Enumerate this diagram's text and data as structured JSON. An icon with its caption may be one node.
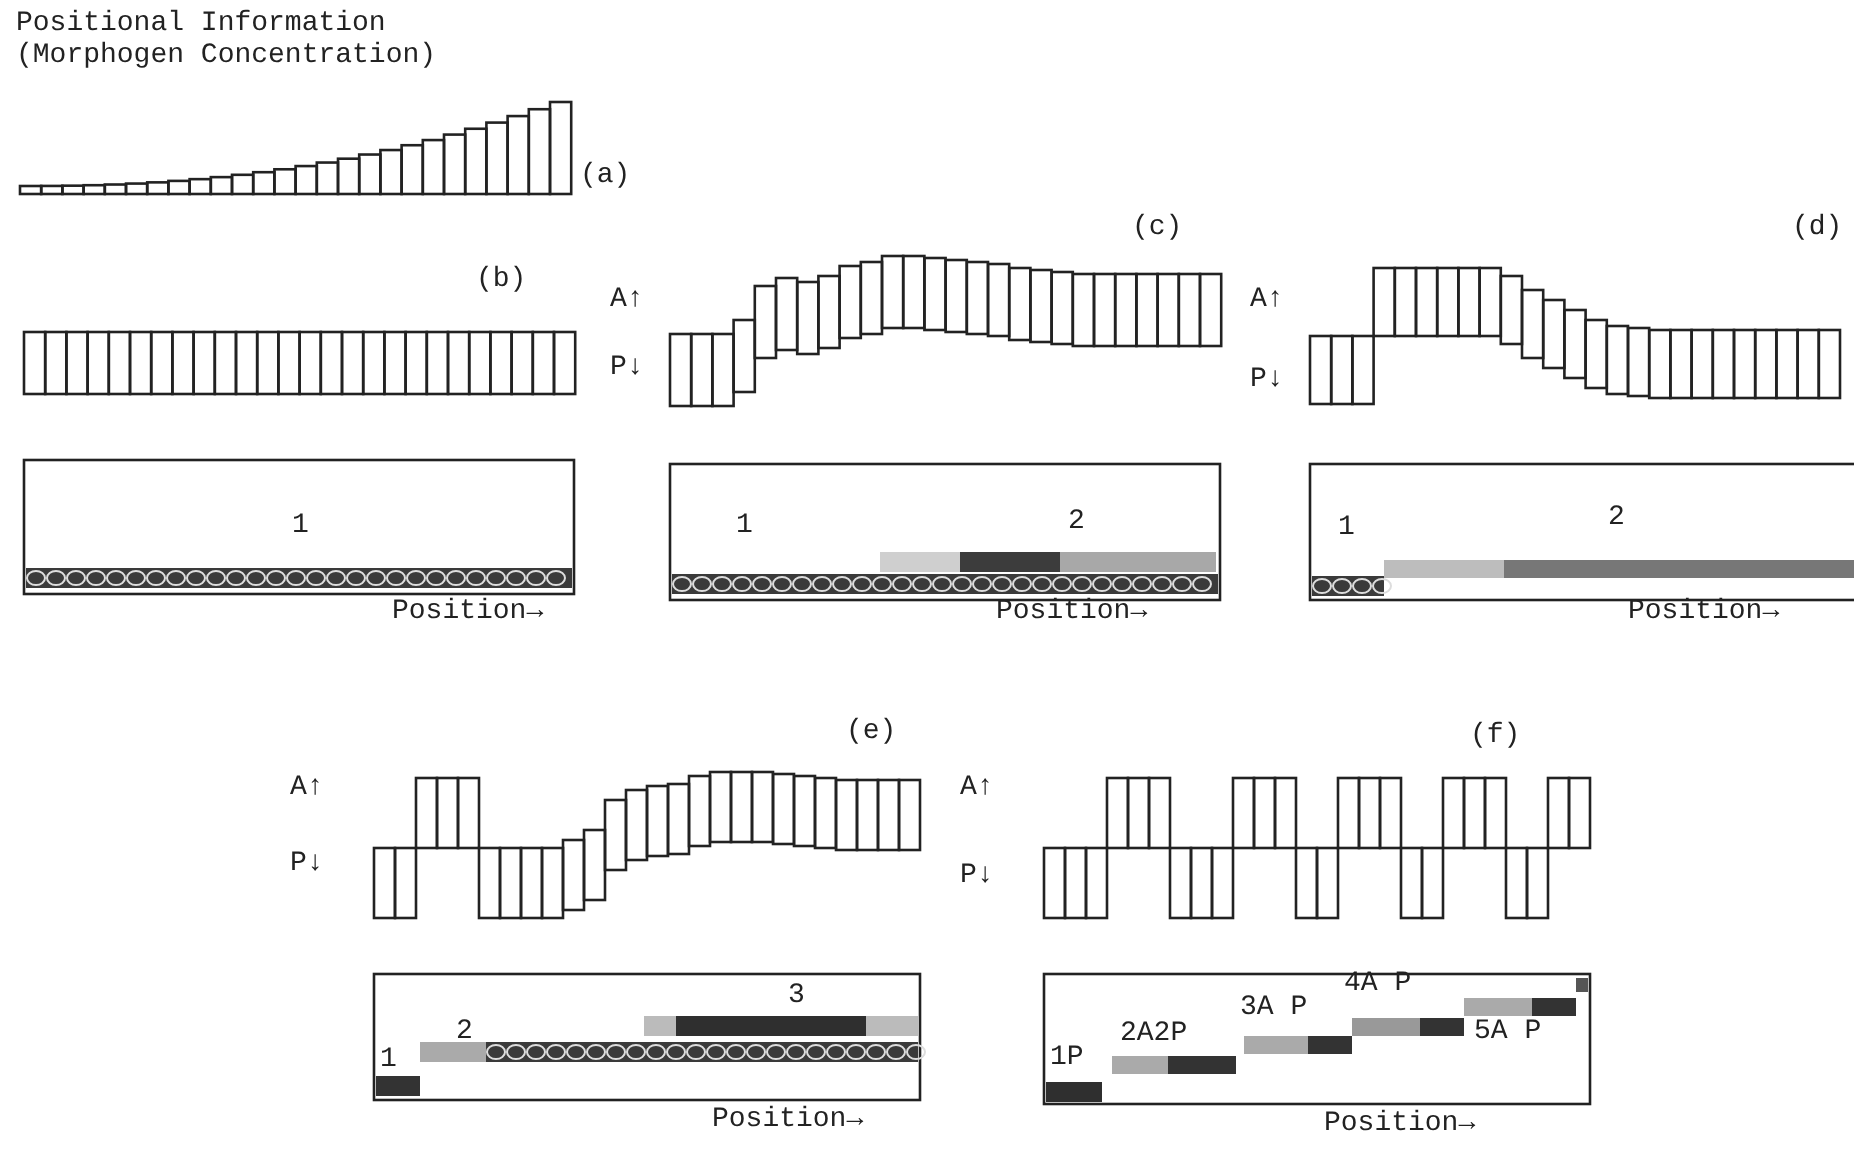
{
  "diagram": {
    "labels": [
      "Positional Information (Morphogen Concentration)",
      "(a)",
      "(b)",
      "1",
      "Position→",
      "A↑",
      "P↓",
      "(c)",
      "1",
      "2",
      "Position→",
      "A↑",
      "P↓",
      "(d)",
      "1",
      "2",
      "Position→",
      "A↑",
      "P↓",
      "(e)",
      "1",
      "2",
      "3",
      "Position→",
      "A↑",
      "P↓",
      "(f)",
      "1P",
      "2A2P",
      "3A P",
      "4A P",
      "5A P",
      "Position→"
    ]
  }
}
